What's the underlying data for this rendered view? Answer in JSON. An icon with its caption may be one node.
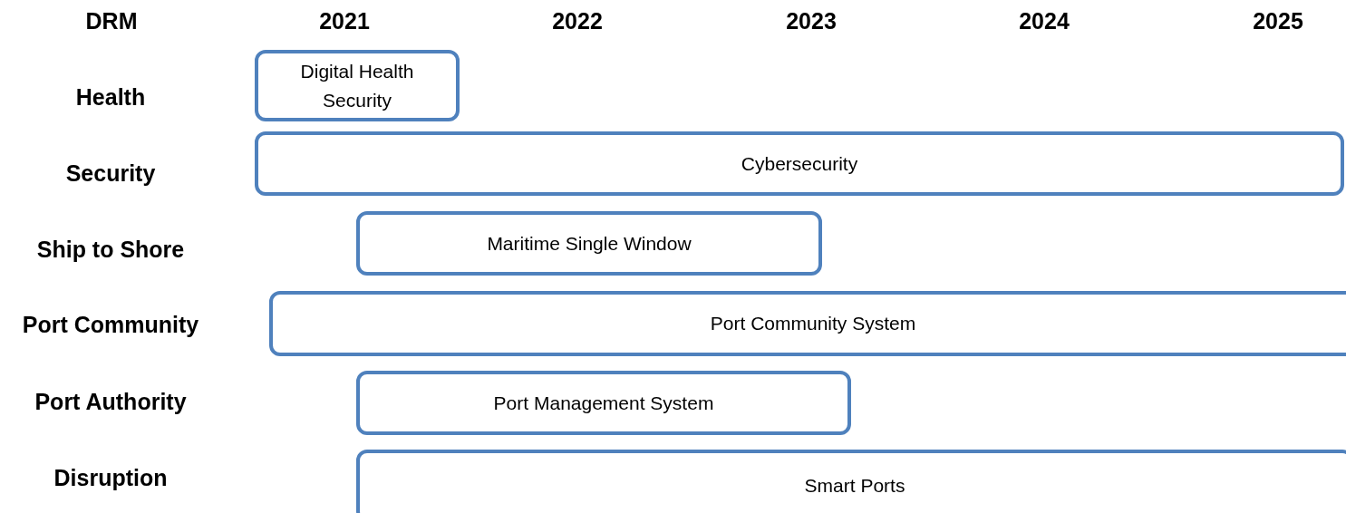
{
  "diagram": {
    "nodes": [
      {
        "text": [
          "Digital Health Security"
        ]
      },
      {
        "text": [
          "Cybersecurity"
        ]
      },
      {
        "text": [
          "Maritime Single Window"
        ]
      },
      {
        "text": [
          "Port Community System"
        ]
      },
      {
        "text": [
          "Port Management System"
        ]
      },
      {
        "text": [
          "Smart Ports"
        ]
      }
    ],
    "labels": [
      "DRM",
      "2021",
      "2022",
      "2023",
      "2024",
      "2025",
      "Health",
      "Security",
      "Ship to Shore",
      "Port Community",
      "Port Authority",
      "Disruption"
    ]
  }
}
